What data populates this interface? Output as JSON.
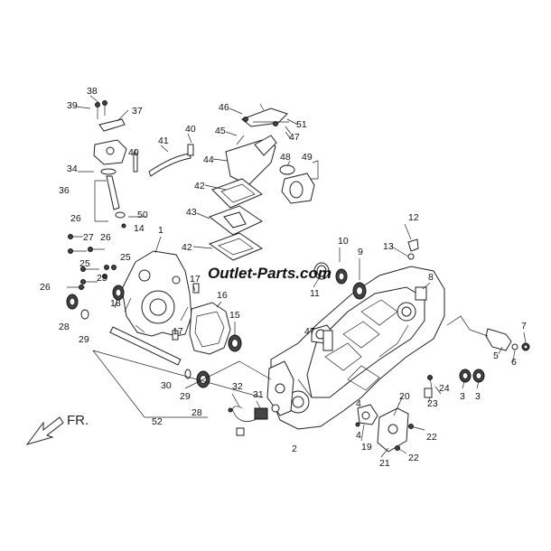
{
  "watermark": "Outlet-Parts.com",
  "direction_label": "FR.",
  "callouts": {
    "c1": "1",
    "c2": "2",
    "c3a": "3",
    "c3b": "3",
    "c4": "4",
    "c5": "5",
    "c6": "6",
    "c7": "7",
    "c8": "8",
    "c9": "9",
    "c10": "10",
    "c11": "11",
    "c12": "12",
    "c13": "13",
    "c14": "14",
    "c15": "15",
    "c16": "16",
    "c17a": "17",
    "c17b": "17",
    "c18": "18",
    "c19": "19",
    "c20": "20",
    "c21": "21",
    "c22a": "22",
    "c22b": "22",
    "c23": "23",
    "c24": "24",
    "c25a": "25",
    "c25b": "25",
    "c25c": "25",
    "c26a": "26",
    "c26b": "26",
    "c26c": "26",
    "c27": "27",
    "c28a": "28",
    "c28b": "28",
    "c29a": "29",
    "c29b": "29",
    "c30": "30",
    "c31": "31",
    "c32": "32",
    "c34": "34",
    "c36": "36",
    "c37": "37",
    "c38": "38",
    "c39": "39",
    "c40a": "40",
    "c40b": "40",
    "c41": "41",
    "c42a": "42",
    "c42b": "42",
    "c43": "43",
    "c44": "44",
    "c45": "45",
    "c46": "46",
    "c47a": "47",
    "c47b": "47",
    "c48": "48",
    "c49": "49",
    "c50": "50",
    "c51": "51",
    "c52": "52"
  },
  "colors": {
    "line": "#222222",
    "background": "#ffffff"
  }
}
